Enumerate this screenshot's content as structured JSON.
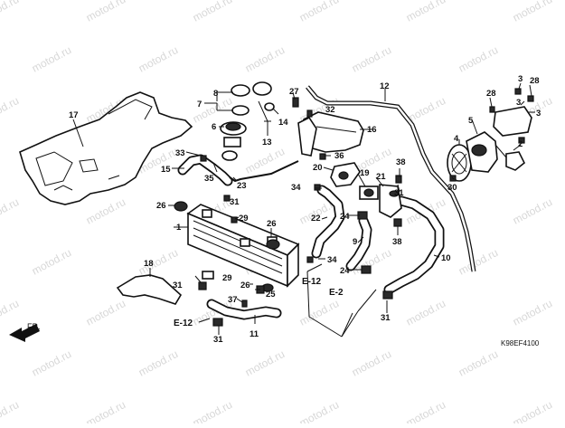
{
  "diagram_code": "K98EF4100",
  "watermark": "motod.ru",
  "direction_label": "FR.",
  "callouts": [
    {
      "id": "c1",
      "text": "1"
    },
    {
      "id": "c2",
      "text": "2"
    },
    {
      "id": "c3a",
      "text": "3"
    },
    {
      "id": "c3b",
      "text": "3"
    },
    {
      "id": "c3c",
      "text": "3"
    },
    {
      "id": "c4",
      "text": "4"
    },
    {
      "id": "c5",
      "text": "5"
    },
    {
      "id": "c6",
      "text": "6"
    },
    {
      "id": "c7",
      "text": "7"
    },
    {
      "id": "c8",
      "text": "8"
    },
    {
      "id": "c9",
      "text": "9"
    },
    {
      "id": "c10",
      "text": "10"
    },
    {
      "id": "c11",
      "text": "11"
    },
    {
      "id": "c12",
      "text": "12"
    },
    {
      "id": "c13",
      "text": "13"
    },
    {
      "id": "c14",
      "text": "14"
    },
    {
      "id": "c15",
      "text": "15"
    },
    {
      "id": "c16",
      "text": "16"
    },
    {
      "id": "c17",
      "text": "17"
    },
    {
      "id": "c18",
      "text": "18"
    },
    {
      "id": "c19",
      "text": "19"
    },
    {
      "id": "c20",
      "text": "20"
    },
    {
      "id": "c21",
      "text": "21"
    },
    {
      "id": "c22",
      "text": "22"
    },
    {
      "id": "c23",
      "text": "23"
    },
    {
      "id": "c24a",
      "text": "24"
    },
    {
      "id": "c24b",
      "text": "24"
    },
    {
      "id": "c25",
      "text": "25"
    },
    {
      "id": "c26a",
      "text": "26"
    },
    {
      "id": "c26b",
      "text": "26"
    },
    {
      "id": "c26c",
      "text": "26"
    },
    {
      "id": "c27",
      "text": "27"
    },
    {
      "id": "c28a",
      "text": "28"
    },
    {
      "id": "c28b",
      "text": "28"
    },
    {
      "id": "c29a",
      "text": "29"
    },
    {
      "id": "c29b",
      "text": "29"
    },
    {
      "id": "c30",
      "text": "30"
    },
    {
      "id": "c31a",
      "text": "31"
    },
    {
      "id": "c31b",
      "text": "31"
    },
    {
      "id": "c31c",
      "text": "31"
    },
    {
      "id": "c31d",
      "text": "31"
    },
    {
      "id": "c31e",
      "text": "31"
    },
    {
      "id": "c32",
      "text": "32"
    },
    {
      "id": "c33",
      "text": "33"
    },
    {
      "id": "c34a",
      "text": "34"
    },
    {
      "id": "c34b",
      "text": "34"
    },
    {
      "id": "c35",
      "text": "35"
    },
    {
      "id": "c36",
      "text": "36"
    },
    {
      "id": "c37",
      "text": "37"
    },
    {
      "id": "c38a",
      "text": "38"
    },
    {
      "id": "c38b",
      "text": "38"
    }
  ],
  "references": [
    {
      "id": "e12a",
      "text": "E-12"
    },
    {
      "id": "e12b",
      "text": "E-12"
    },
    {
      "id": "e2",
      "text": "E-2"
    }
  ]
}
